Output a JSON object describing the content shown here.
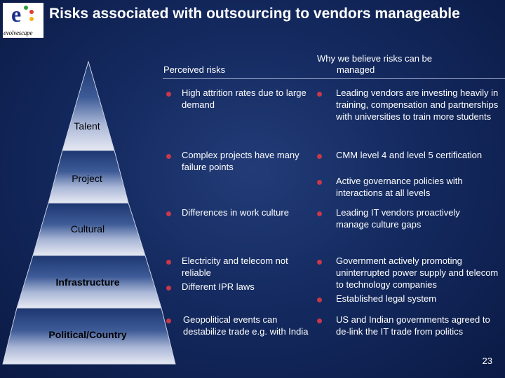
{
  "logo": {
    "text": "evolvescape",
    "letter": "e"
  },
  "title": "Risks associated with outsourcing to vendors manageable",
  "columns": {
    "perceived": "Perceived risks",
    "why_line1": "Why we believe risks can be",
    "why_line2": "managed"
  },
  "tiers": [
    "Talent",
    "Project",
    "Cultural",
    "Infrastructure",
    "Political/Country"
  ],
  "risks": [
    "High attrition rates due to large demand",
    "Complex projects have many failure points",
    "Differences in work culture",
    "Electricity and telecom not reliable",
    "Different IPR laws",
    "Geopolitical events can destabilize trade e.g. with India"
  ],
  "reasons": [
    "Leading vendors are investing heavily in training, compensation and partnerships with universities to train more students",
    "CMM level 4 and level 5 certification",
    "Active governance policies with interactions at all levels",
    "Leading IT vendors proactively manage culture gaps",
    "Government actively promoting uninterrupted power supply and telecom to technology companies",
    "Established legal system",
    "US and Indian governments agreed to de-link the IT  trade from politics"
  ],
  "page_number": "23",
  "colors": {
    "background": "#142a60",
    "bullet": "#c9384a",
    "pyramid_top": "#1d3670",
    "pyramid_bottom": "#e6e9f3"
  }
}
